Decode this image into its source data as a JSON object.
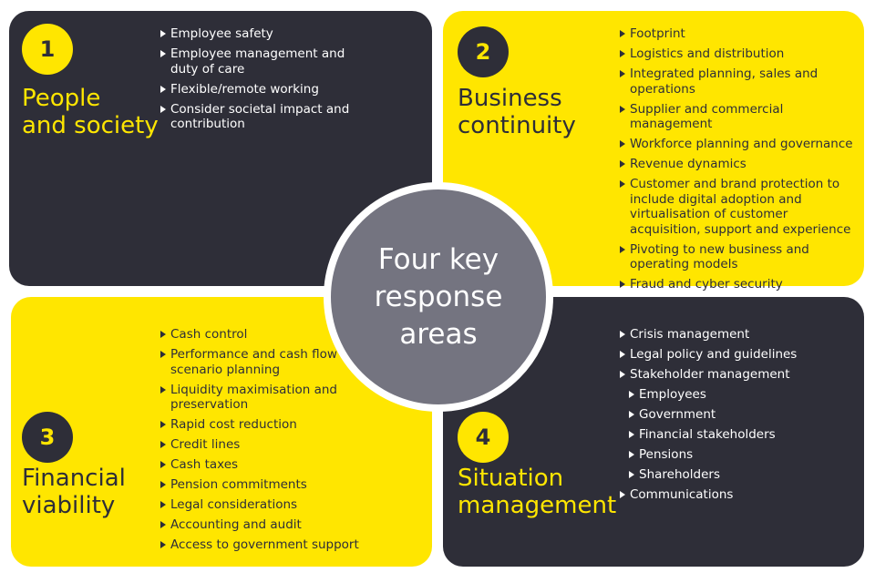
{
  "center": {
    "lines": [
      "Four key",
      "response",
      "areas"
    ]
  },
  "colors": {
    "dark": "#2e2e38",
    "yellow": "#ffe600",
    "gray": "#747480"
  },
  "quadrants": [
    {
      "number": "1",
      "title": [
        "People",
        "and society"
      ],
      "items": [
        {
          "text": "Employee safety"
        },
        {
          "text": "Employee management and duty of care"
        },
        {
          "text": "Flexible/remote working"
        },
        {
          "text": "Consider societal impact and contribution"
        }
      ]
    },
    {
      "number": "2",
      "title": [
        "Business",
        "continuity"
      ],
      "items": [
        {
          "text": "Footprint"
        },
        {
          "text": "Logistics and distribution"
        },
        {
          "text": "Integrated planning, sales and operations"
        },
        {
          "text": "Supplier and commercial management"
        },
        {
          "text": "Workforce planning and governance"
        },
        {
          "text": "Revenue dynamics"
        },
        {
          "text": "Customer and brand protection to include digital adoption and virtualisation of customer acquisition, support and experience"
        },
        {
          "text": "Pivoting to new business and operating models"
        },
        {
          "text": "Fraud and cyber security"
        }
      ]
    },
    {
      "number": "3",
      "title": [
        "Financial",
        "viability"
      ],
      "items": [
        {
          "text": "Cash control"
        },
        {
          "text": "Performance and cash flow scenario planning"
        },
        {
          "text": "Liquidity maximisation and preservation"
        },
        {
          "text": "Rapid cost reduction"
        },
        {
          "text": "Credit lines"
        },
        {
          "text": "Cash taxes"
        },
        {
          "text": "Pension commitments"
        },
        {
          "text": "Legal considerations"
        },
        {
          "text": "Accounting and audit"
        },
        {
          "text": "Access to government support"
        }
      ]
    },
    {
      "number": "4",
      "title": [
        "Situation",
        "management"
      ],
      "items": [
        {
          "text": "Crisis management"
        },
        {
          "text": "Legal policy and guidelines"
        },
        {
          "text": "Stakeholder management"
        },
        {
          "text": "Employees",
          "sub": true
        },
        {
          "text": "Government",
          "sub": true
        },
        {
          "text": "Financial stakeholders",
          "sub": true
        },
        {
          "text": "Pensions",
          "sub": true
        },
        {
          "text": "Shareholders",
          "sub": true
        },
        {
          "text": "Communications"
        }
      ]
    }
  ]
}
